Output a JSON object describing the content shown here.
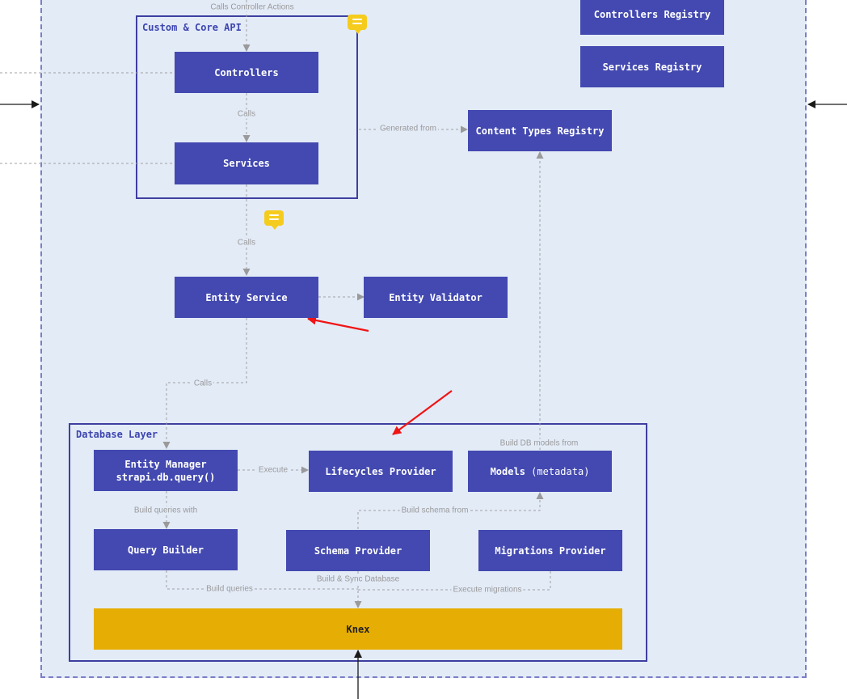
{
  "groups": {
    "api": {
      "title": "Custom & Core API"
    },
    "db": {
      "title": "Database Layer"
    }
  },
  "nodes": {
    "controllers": "Controllers",
    "services": "Services",
    "controllers_registry": "Controllers Registry",
    "services_registry": "Services Registry",
    "content_types_registry": "Content Types Registry",
    "entity_service": "Entity Service",
    "entity_validator": "Entity Validator",
    "entity_manager_line1": "Entity Manager",
    "entity_manager_line2": "strapi.db.query()",
    "lifecycles_provider": "Lifecycles Provider",
    "models_main": "Models",
    "models_sub": "(metadata)",
    "query_builder": "Query Builder",
    "schema_provider": "Schema Provider",
    "migrations_provider": "Migrations Provider",
    "knex": "Knex"
  },
  "edge_labels": {
    "calls_controller_actions": "Calls Controller Actions",
    "calls_1": "Calls",
    "generated_from": "Generated from",
    "calls_2": "Calls",
    "calls_3": "Calls",
    "execute": "Execute",
    "build_db_models_from": "Build DB models from",
    "build_queries_with": "Build queries with",
    "build_schema_from": "Build schema from",
    "build_and_sync": "Build & Sync Database",
    "build_queries": "Build queries",
    "execute_migrations": "Execute migrations"
  },
  "colors": {
    "node_fill": "#4349b0",
    "knex_fill": "#e6ad05",
    "canvas_fill": "#e3ebf7",
    "group_border": "#3e3fa0",
    "dashed_edge": "#9a9a9a",
    "annotation_arrow": "#f01414",
    "note_fill": "#f5cc1e"
  },
  "icons": {
    "note": "comment-note-icon",
    "annotation": "red-arrow-annotation"
  }
}
